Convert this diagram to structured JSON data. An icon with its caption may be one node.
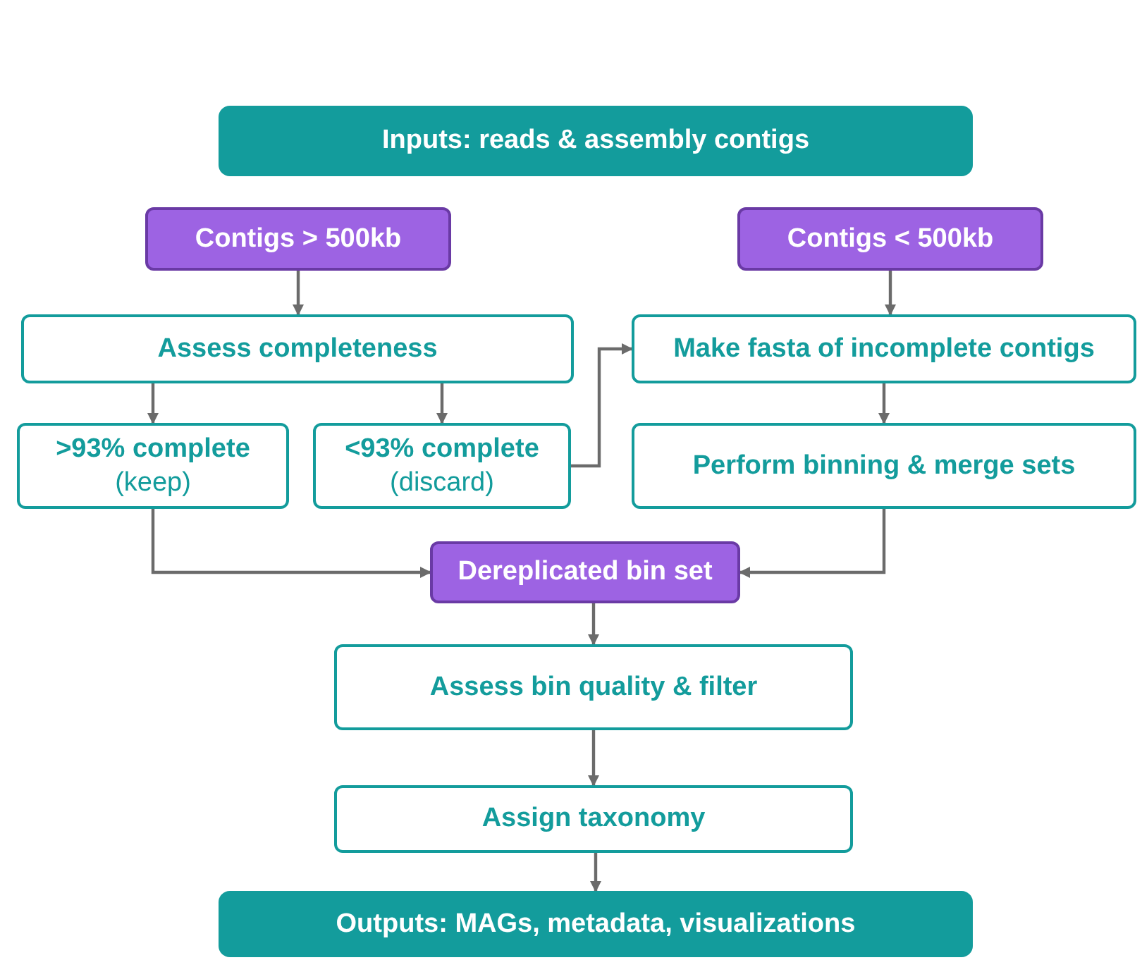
{
  "diagram": {
    "nodes": [
      {
        "text": [
          "Inputs: reads & assembly contigs"
        ]
      },
      {
        "text": [
          "Contigs > 500kb"
        ]
      },
      {
        "text": [
          "Contigs < 500kb"
        ]
      },
      {
        "text": [
          "Assess completeness"
        ]
      },
      {
        "text": [
          "Make fasta of incomplete contigs"
        ]
      },
      {
        "text": [
          ">93% complete",
          "(keep)"
        ]
      },
      {
        "text": [
          "<93% complete",
          "(discard)"
        ]
      },
      {
        "text": [
          "Perform binning & merge sets"
        ]
      },
      {
        "text": [
          "Dereplicated bin set"
        ]
      },
      {
        "text": [
          "Assess bin quality & filter"
        ]
      },
      {
        "text": [
          "Assign taxonomy"
        ]
      },
      {
        "text": [
          "Outputs: MAGs, metadata, visualizations"
        ]
      }
    ],
    "edges": [
      {
        "from": 1,
        "to": 3,
        "arrow": "to"
      },
      {
        "from": 2,
        "to": 4,
        "arrow": "to"
      },
      {
        "from": 3,
        "to": 5,
        "arrow": "to"
      },
      {
        "from": 3,
        "to": 6,
        "arrow": "to"
      },
      {
        "from": 6,
        "to": 4,
        "arrow": "to"
      },
      {
        "from": 4,
        "to": 7,
        "arrow": "to"
      },
      {
        "from": 5,
        "to": 8,
        "arrow": "to"
      },
      {
        "from": 7,
        "to": 8,
        "arrow": "to"
      },
      {
        "from": 8,
        "to": 9,
        "arrow": "to"
      },
      {
        "from": 9,
        "to": 10,
        "arrow": "to"
      },
      {
        "from": 10,
        "to": 11,
        "arrow": "to"
      }
    ]
  }
}
